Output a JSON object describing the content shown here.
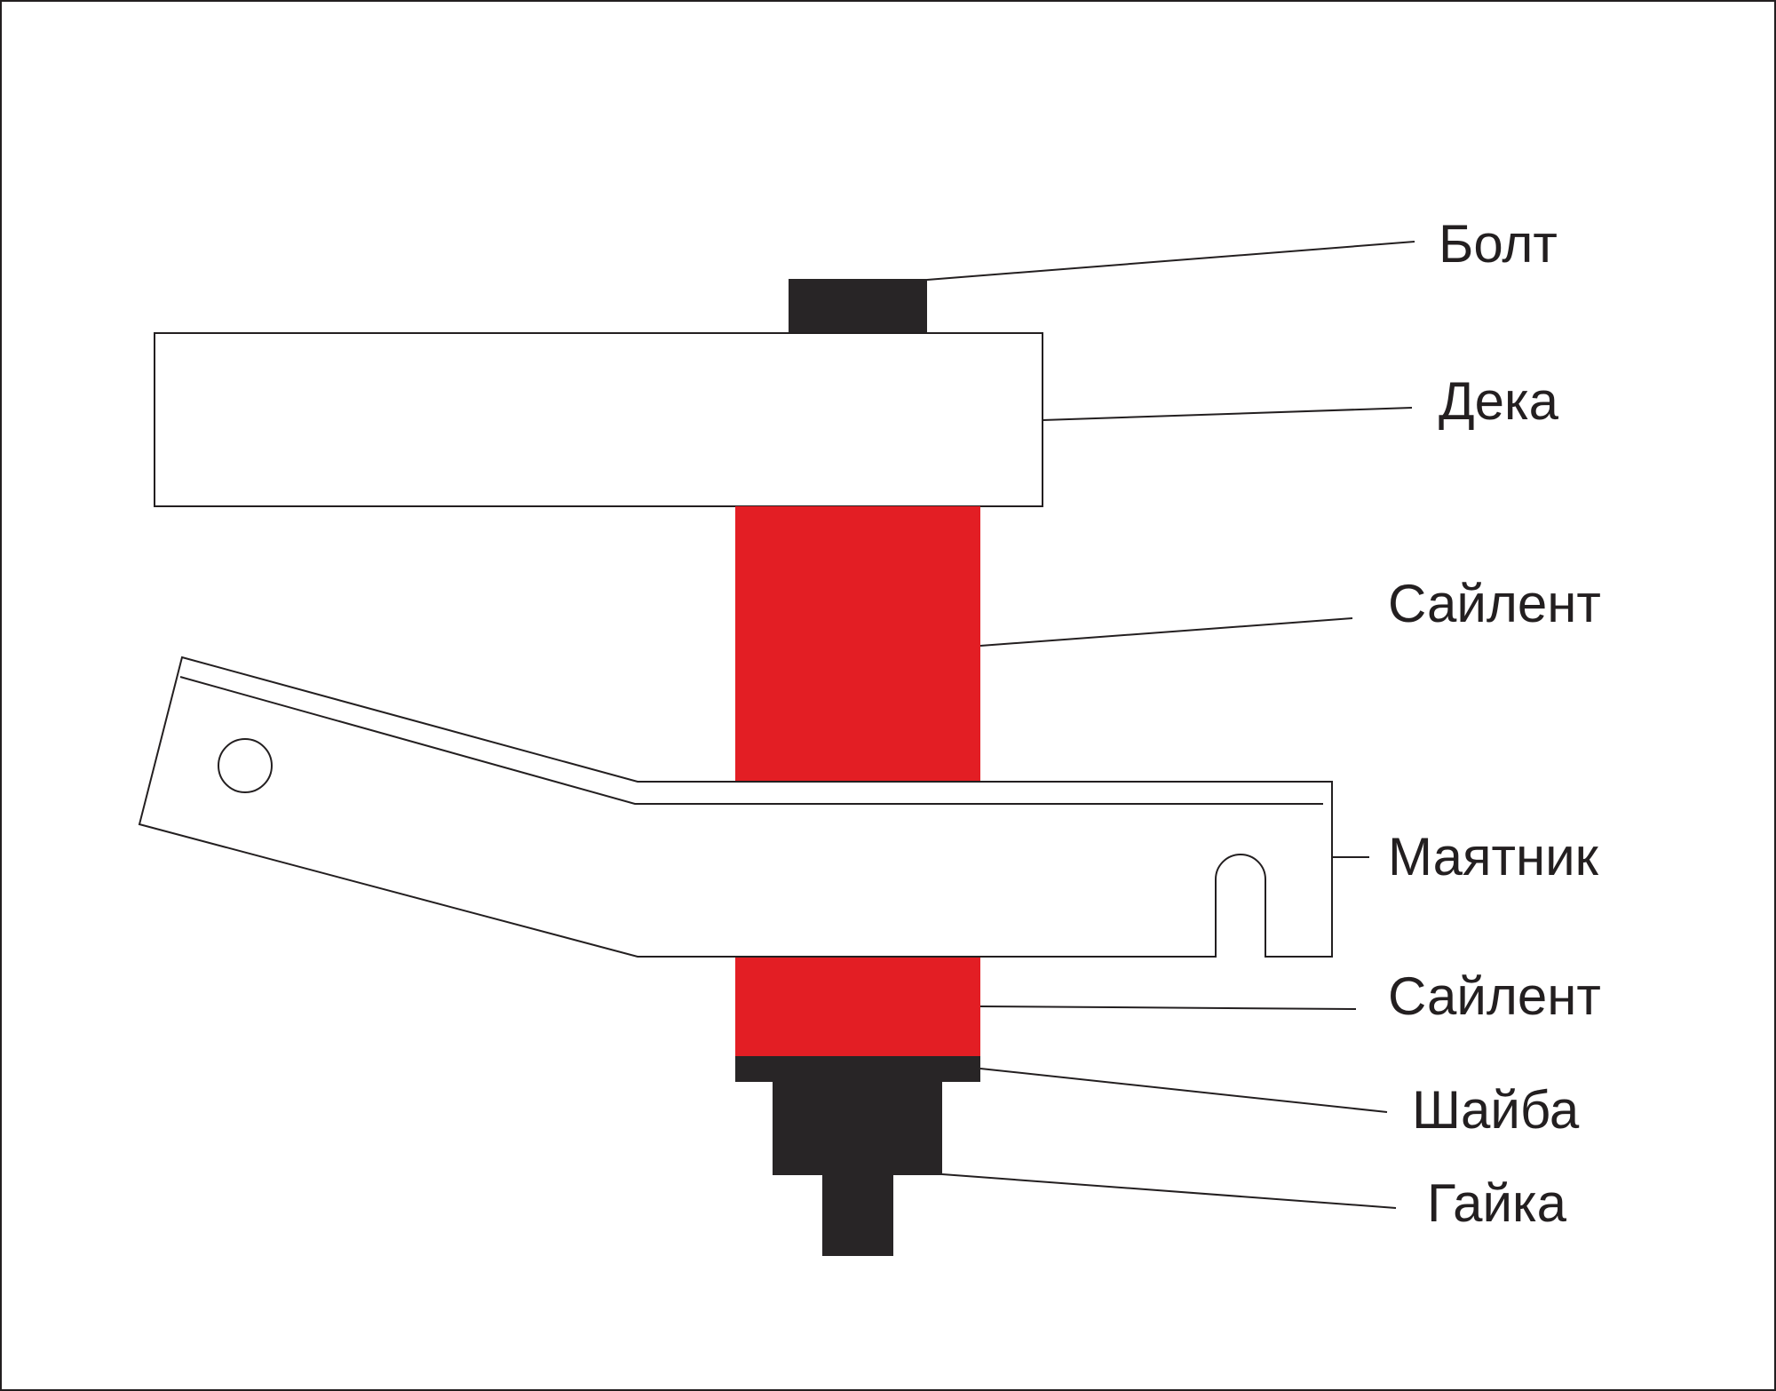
{
  "colors": {
    "outline": "#231f20",
    "bushing": "#e31e24",
    "metal": "#282526",
    "background": "#ffffff"
  },
  "labels": {
    "bolt": "Болт",
    "deck": "Дека",
    "bushing_top": "Сайлент",
    "pendulum": "Маятник",
    "bushing_bottom": "Сайлент",
    "washer": "Шайба",
    "nut": "Гайка"
  }
}
